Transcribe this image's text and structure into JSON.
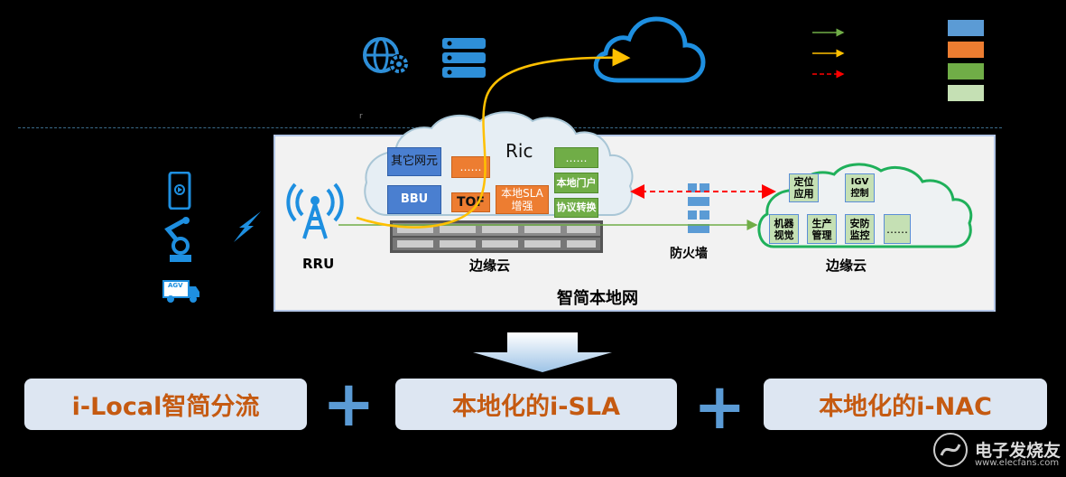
{
  "ric_label": "Ric",
  "edge_cloud_1": {
    "boxes": {
      "other_ne": "其它网元",
      "dots_orange": "……",
      "dots_green": "……",
      "bbu": "BBU",
      "tof": "TOF",
      "local_sla": "本地SLA\n增强",
      "local_portal": "本地门户",
      "protocol_conv": "协议转换"
    },
    "label": "边缘云"
  },
  "rru_label": "RRU",
  "firewall_label": "防火墙",
  "edge_cloud_2": {
    "boxes": {
      "positioning": "定位\n应用",
      "igv": "IGV\n控制",
      "machine_vision": "机器\n视觉",
      "production": "生产\n管理",
      "security": "安防\n监控",
      "dots": "……"
    },
    "label": "边缘云"
  },
  "network_title": "智简本地网",
  "agv_label": "AGV",
  "stray_mark": "r",
  "bottom": {
    "item1": "i-Local智简分流",
    "item2": "本地化的i-SLA",
    "item3": "本地化的i-NAC",
    "plus": "+"
  },
  "legend_colors": [
    "#5b9bd5",
    "#ed7d31",
    "#70ad47",
    "#c5e0b4"
  ],
  "watermark": {
    "title": "电子发烧友",
    "url": "www.elecfans.com"
  },
  "colors": {
    "green_line": "#70ad47",
    "yellow_line": "#ffc000",
    "red_dash": "#ff0000",
    "cloud_blue": "#1e8fe0"
  }
}
